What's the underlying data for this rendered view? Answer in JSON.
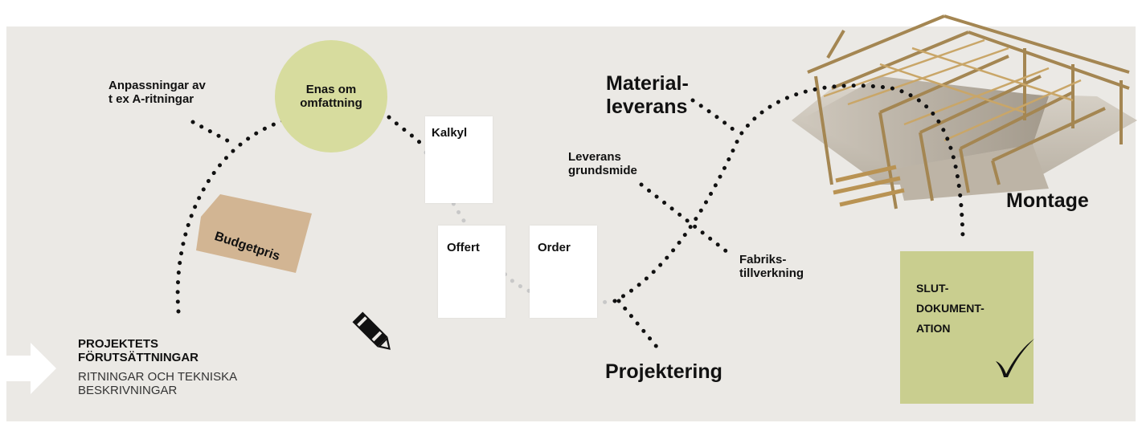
{
  "labels": {
    "anpassningar": "Anpassningar av\nt ex A-ritningar",
    "enas": "Enas om\nomfattning",
    "kalkyl": "Kalkyl",
    "offert": "Offert",
    "order": "Order",
    "budget": "Budgetpris",
    "material": "Material-\nleverans",
    "leverans_grund": "Leverans\ngrundsmide",
    "fabrik": "Fabriks-\ntillverkning",
    "projektering": "Projektering",
    "montage": "Montage",
    "slut": "SLUT-\nDOKUMENT-\nATION",
    "projektets": "PROJEKTETS\nFÖRUTSÄTTNINGAR",
    "ritningar": "RITNINGAR OCH TEKNISKA\nBESKRIVNINGAR"
  },
  "icons": {
    "arrow": "arrow-right-icon",
    "crayon": "crayon-icon",
    "checkmark": "checkmark-icon",
    "truss": "roof-truss-illustration"
  },
  "colors": {
    "background": "#ebe9e5",
    "circle": "#d7dc9e",
    "budget_tag": "#d2b593",
    "final_box": "#c9ce8f",
    "dots_dark": "#111111",
    "dots_light": "#c8c8c8"
  }
}
